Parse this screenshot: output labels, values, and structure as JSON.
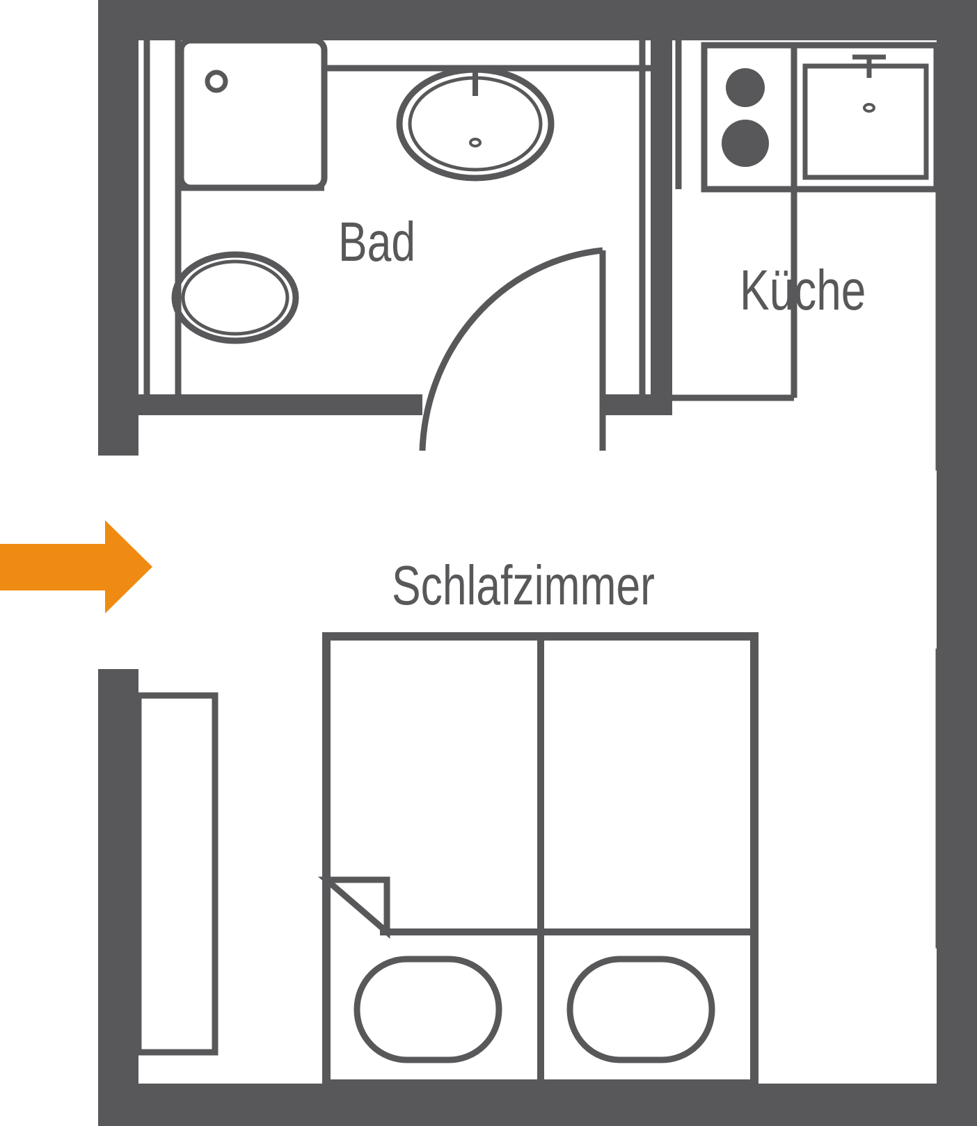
{
  "rooms": {
    "bathroom": "Bad",
    "kitchen": "Küche",
    "bedroom": "Schlafzimmer"
  },
  "colors": {
    "wall": "#58585a",
    "line": "#58585a",
    "background": "#ffffff",
    "entrance_arrow": "#ef8b12"
  },
  "icons": {
    "entrance": "arrow-right-icon"
  }
}
